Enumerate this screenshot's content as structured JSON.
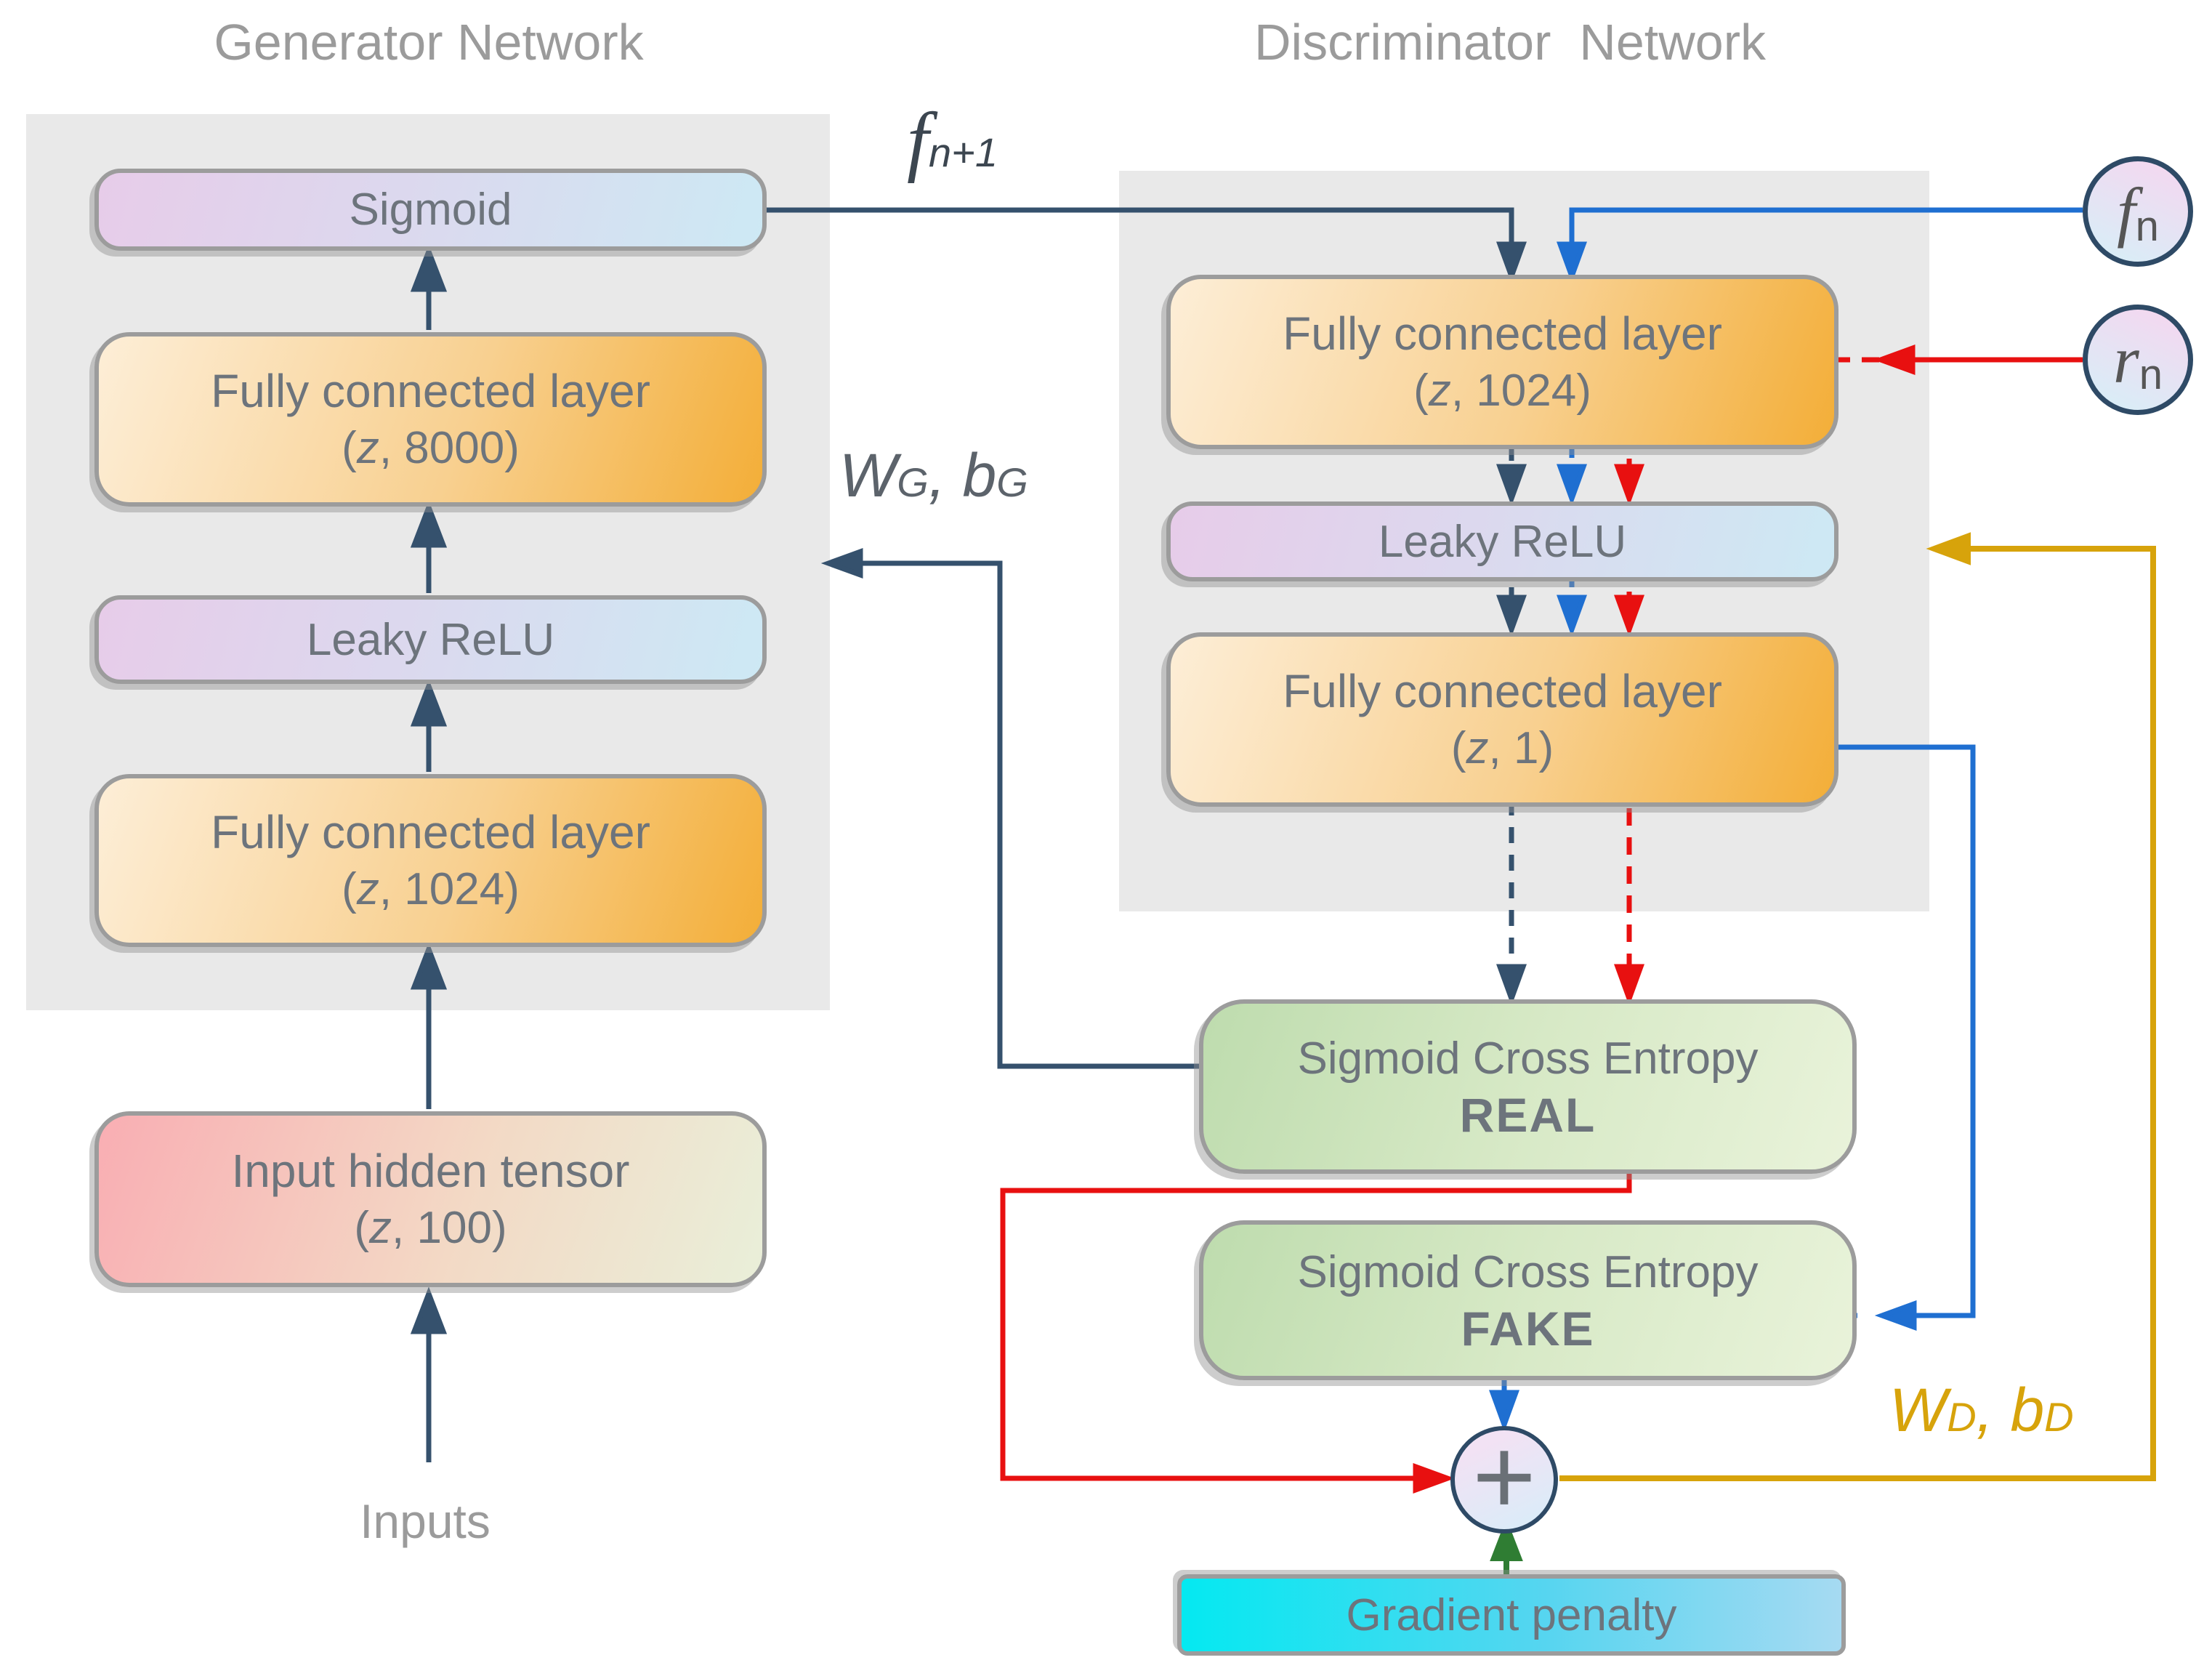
{
  "titles": {
    "generator": "Generator Network",
    "discriminator": "Discriminator  Network"
  },
  "generator": {
    "layers": {
      "sigmoid": {
        "label": "Sigmoid"
      },
      "fc8000": {
        "line1": "Fully connected layer",
        "dim_open": "(",
        "dim_var": "z",
        "dim_rest": ", 8000)"
      },
      "leaky": {
        "label": "Leaky ReLU"
      },
      "fc1024": {
        "line1": "Fully connected layer",
        "dim_open": "(",
        "dim_var": "z",
        "dim_rest": ", 1024)"
      }
    },
    "input_tensor": {
      "line1": "Input hidden tensor",
      "dim_open": "(",
      "dim_var": "z",
      "dim_rest": ", 100)"
    },
    "inputs_label": "Inputs"
  },
  "discriminator": {
    "layers": {
      "fc1024": {
        "line1": "Fully connected layer",
        "dim_open": "(",
        "dim_var": "z",
        "dim_rest": ", 1024)"
      },
      "leaky": {
        "label": "Leaky ReLU"
      },
      "fc1": {
        "line1": "Fully connected layer",
        "dim_open": "(",
        "dim_var": "z",
        "dim_rest": ", 1)"
      }
    }
  },
  "losses": {
    "real": {
      "line1": "Sigmoid Cross Entropy",
      "line2": "REAL"
    },
    "fake": {
      "line1": "Sigmoid Cross Entropy",
      "line2": "FAKE"
    },
    "gradient_penalty": "Gradient penalty",
    "plus": "+"
  },
  "labels": {
    "f_next": {
      "main": "f",
      "sub": "n+1"
    },
    "f_n": {
      "main": "f",
      "sub": "n"
    },
    "r_n": {
      "main": "r",
      "sub": "n"
    },
    "wg": {
      "p1": "W",
      "s1": "G",
      "sep": ", ",
      "p2": "b",
      "s2": "G"
    },
    "wd": {
      "p1": "W",
      "s1": "D",
      "sep": ", ",
      "p2": "b",
      "s2": "D"
    }
  },
  "colors": {
    "generator_flow": "#35516d",
    "fake_flow": "#1f6fd1",
    "real_flow": "#e81010",
    "discriminator_update": "#d7a30b",
    "gradient_penalty_flow": "#2f7d33",
    "panel": "#e9e9e9",
    "box_border": "#9c9c9c",
    "box_text": "#6d747c",
    "title_text": "#9b9b9b"
  }
}
